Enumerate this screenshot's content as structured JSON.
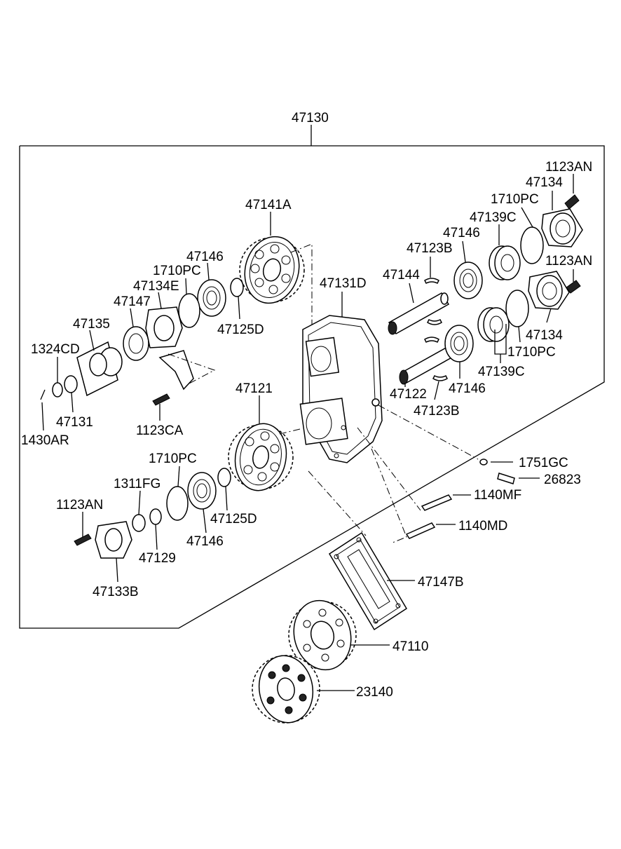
{
  "assembly": {
    "label": "47130"
  },
  "labels": {
    "l_47141A": "47141A",
    "l_47131D": "47131D",
    "l_1123AN_tr": "1123AN",
    "l_47134_tr": "47134",
    "l_1710PC_tr": "1710PC",
    "l_47139C_tr": "47139C",
    "l_47146_tr": "47146",
    "l_47123B_tr": "47123B",
    "l_47144": "47144",
    "l_1123AN_r": "1123AN",
    "l_47134_r": "47134",
    "l_1710PC_r": "1710PC",
    "l_47139C_r": "47139C",
    "l_47146_r": "47146",
    "l_47122": "47122",
    "l_47123B_r": "47123B",
    "l_47146_tl": "47146",
    "l_1710PC_tl": "1710PC",
    "l_47134E": "47134E",
    "l_47147": "47147",
    "l_47135": "47135",
    "l_1324CD": "1324CD",
    "l_47131": "47131",
    "l_1430AR": "1430AR",
    "l_1123CA": "1123CA",
    "l_47125D_t": "47125D",
    "l_47121": "47121",
    "l_1710PC_bl": "1710PC",
    "l_1311FG": "1311FG",
    "l_1123AN_bl": "1123AN",
    "l_47146_bl": "47146",
    "l_47125D_bl": "47125D",
    "l_47129": "47129",
    "l_47133B": "47133B",
    "l_1751GC": "1751GC",
    "l_26823": "26823",
    "l_1140MF": "1140MF",
    "l_1140MD": "1140MD",
    "l_47147B": "47147B",
    "l_47110": "47110",
    "l_23140": "23140"
  }
}
